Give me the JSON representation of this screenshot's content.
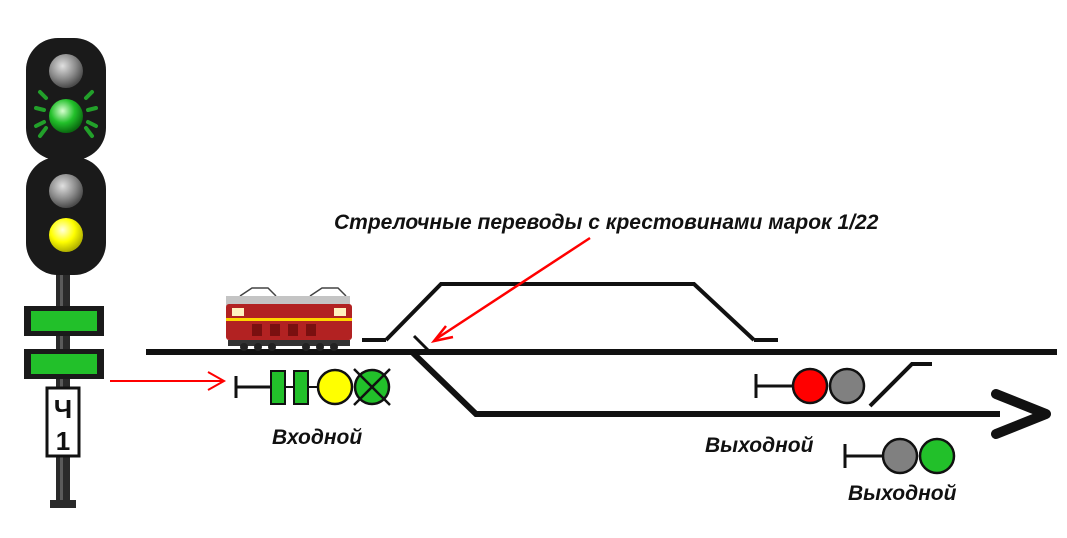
{
  "annotation": {
    "text": "Стрелочные переводы с крестовинами марок  1/22",
    "color": "#ff0000"
  },
  "mast_signal": {
    "plate_top": "Ч",
    "plate_bottom": "1",
    "upper_head": {
      "top_lamp": "off",
      "bottom_lamp": "green-flashing"
    },
    "lower_head": {
      "top_lamp": "off",
      "bottom_lamp": "yellow"
    },
    "indicator_color": "#22c02a"
  },
  "entry_signal": {
    "label": "Входной",
    "aspect": [
      "green-bar",
      "green-bar",
      "yellow",
      "green-flashing"
    ]
  },
  "exit_signal_1": {
    "label": "Выходной",
    "aspect": [
      "red",
      "off"
    ]
  },
  "exit_signal_2": {
    "label": "Выходной",
    "aspect": [
      "off",
      "green"
    ]
  },
  "colors": {
    "green": "#22c02a",
    "yellow": "#ffff00",
    "red": "#ff0000",
    "off": "#808080",
    "track": "#111111",
    "locomotive": "#b22222"
  }
}
